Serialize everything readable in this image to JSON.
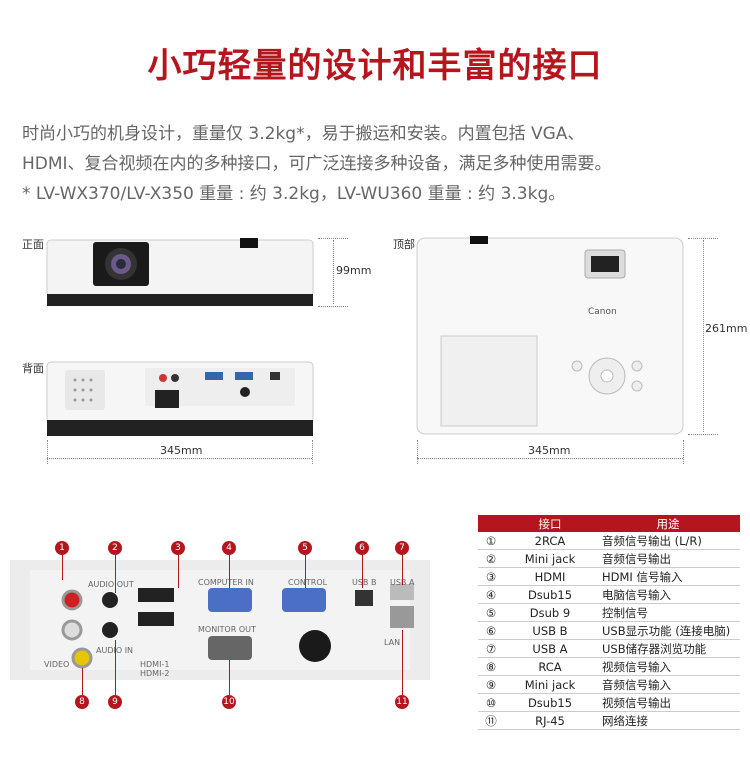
{
  "title": "小巧轻量的设计和丰富的接口",
  "description": {
    "line1": "时尚小巧的机身设计，重量仅 3.2kg*，易于搬运和安装。内置包括 VGA、",
    "line2": "HDMI、复合视频在内的多种接口，可广泛连接多种设备，满足多种使用需要。",
    "line3": "* LV-WX370/LV-X350 重量 : 约 3.2kg，LV-WU360 重量 : 约 3.3kg。"
  },
  "views": {
    "front_label": "正面",
    "back_label": "背面",
    "top_label": "顶部",
    "height_dim": "99mm",
    "width_dim_front": "345mm",
    "width_dim_top": "345mm",
    "depth_dim_top": "261mm",
    "brand": "Canon"
  },
  "port_panel": {
    "audio_out": "AUDIO OUT",
    "audio_in": "AUDIO IN",
    "video": "VIDEO",
    "computer_in": "COMPUTER IN",
    "monitor_out": "MONITOR OUT",
    "control": "CONTROL",
    "usb_b": "USB B",
    "usb_a": "USB A",
    "lan": "LAN",
    "hdmi": "HDMI-1\nHDMI-2",
    "callouts": [
      "1",
      "2",
      "3",
      "4",
      "5",
      "6",
      "7",
      "8",
      "9",
      "10",
      "11"
    ]
  },
  "table": {
    "header": {
      "col1": "接口",
      "col2": "用途"
    },
    "rows": [
      {
        "num": "①",
        "port": "2RCA",
        "use": "音频信号输出 (L/R)"
      },
      {
        "num": "②",
        "port": "Mini jack",
        "use": "音频信号输出"
      },
      {
        "num": "③",
        "port": "HDMI",
        "use": "HDMI 信号输入"
      },
      {
        "num": "④",
        "port": "Dsub15",
        "use": "电脑信号输入"
      },
      {
        "num": "⑤",
        "port": "Dsub 9",
        "use": "控制信号"
      },
      {
        "num": "⑥",
        "port": "USB B",
        "use": "USB显示功能 (连接电脑)"
      },
      {
        "num": "⑦",
        "port": "USB A",
        "use": "USB储存器浏览功能"
      },
      {
        "num": "⑧",
        "port": "RCA",
        "use": "视频信号输入"
      },
      {
        "num": "⑨",
        "port": "Mini jack",
        "use": "音频信号输入"
      },
      {
        "num": "⑩",
        "port": "Dsub15",
        "use": "视频信号输出"
      },
      {
        "num": "⑪",
        "port": "RJ-45",
        "use": "网络连接"
      }
    ]
  }
}
